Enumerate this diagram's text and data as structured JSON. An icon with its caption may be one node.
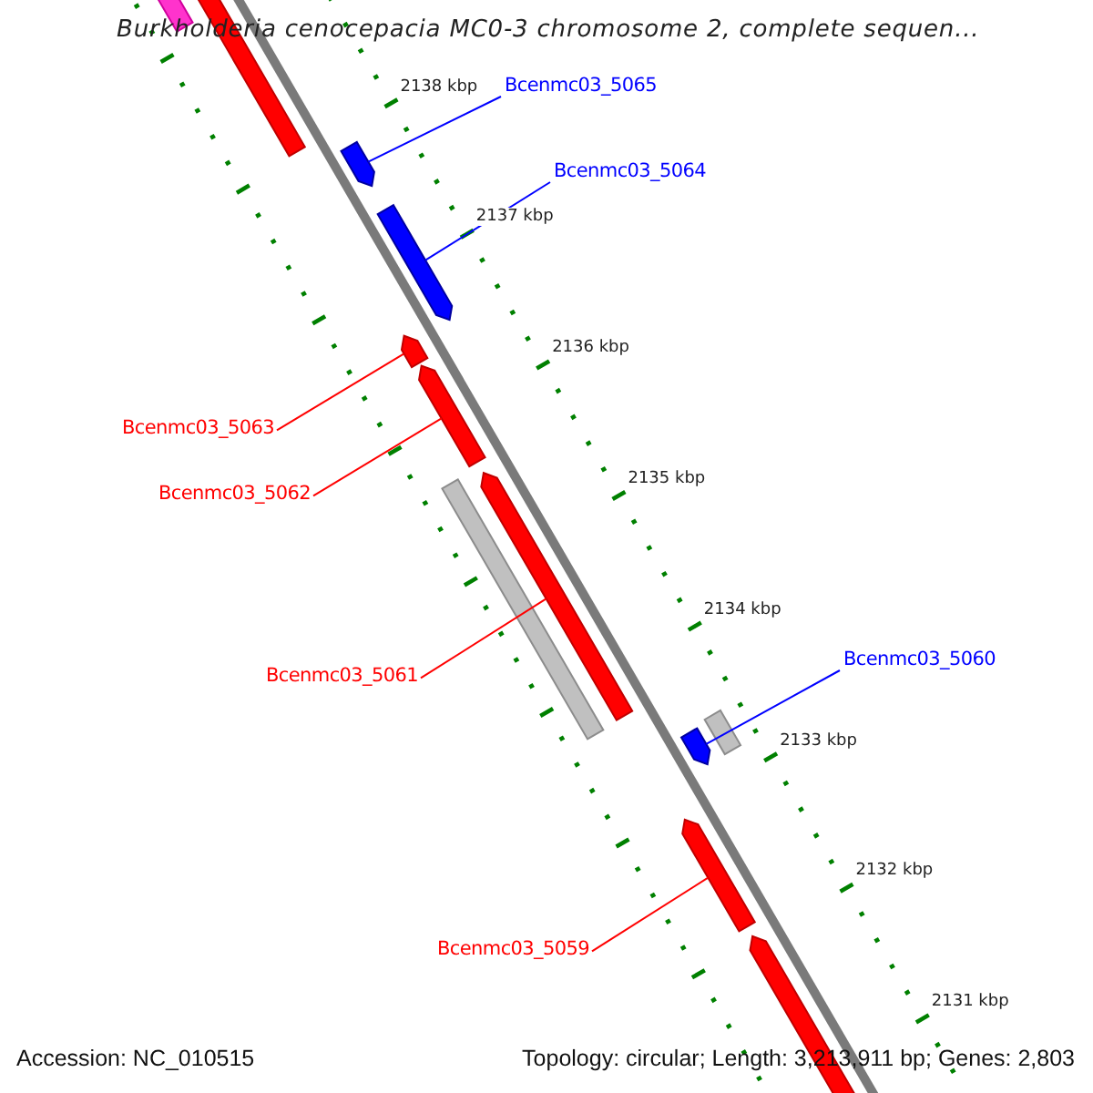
{
  "diagram": {
    "title": "Burkholderia cenocepacia MC0-3 chromosome 2, complete sequen...",
    "nodes": [
      {
        "text": [
          "Bcenmc03_5065"
        ]
      },
      {
        "text": [
          "Bcenmc03_5064"
        ]
      },
      {
        "text": [
          "Bcenmc03_5063"
        ]
      },
      {
        "text": [
          "Bcenmc03_5062"
        ]
      },
      {
        "text": [
          "Bcenmc03_5061"
        ]
      },
      {
        "text": [
          "Bcenmc03_5060"
        ]
      },
      {
        "text": [
          "Bcenmc03_5059"
        ]
      },
      {
        "text": [],
        "shape": "bar"
      },
      {
        "text": [],
        "shape": "bar"
      },
      {
        "text": [],
        "shape": "bar"
      },
      {
        "text": [],
        "shape": "bar"
      },
      {
        "text": [],
        "shape": "bar"
      },
      {
        "text": [],
        "shape": "bar"
      },
      {
        "text": [],
        "shape": "bar"
      },
      {
        "text": [],
        "shape": "bar"
      },
      {
        "text": [],
        "shape": "bar"
      },
      {
        "text": [],
        "shape": "bar"
      },
      {
        "text": [],
        "shape": "bar"
      },
      {
        "text": [],
        "shape": "bar"
      }
    ],
    "edges": [
      {
        "from": 0,
        "to": 9,
        "arrow": "none",
        "color": "#0000ff"
      },
      {
        "from": 1,
        "to": 10,
        "arrow": "none",
        "color": "#0000ff"
      },
      {
        "from": 2,
        "to": 11,
        "arrow": "none"
      },
      {
        "from": 3,
        "to": 12,
        "arrow": "none"
      },
      {
        "from": 4,
        "to": 14,
        "arrow": "none"
      },
      {
        "from": 5,
        "to": 16,
        "arrow": "none",
        "color": "#0000ff"
      },
      {
        "from": 6,
        "to": 17,
        "arrow": "none"
      }
    ],
    "labels": [
      "2138 kbp",
      "2137 kbp",
      "2136 kbp",
      "2135 kbp",
      "2134 kbp",
      "2133 kbp",
      "2132 kbp",
      "2131 kbp",
      "Accession: NC_010515",
      "Topology: circular; Length: 3,213,911 bp; Genes: 2,803"
    ]
  }
}
